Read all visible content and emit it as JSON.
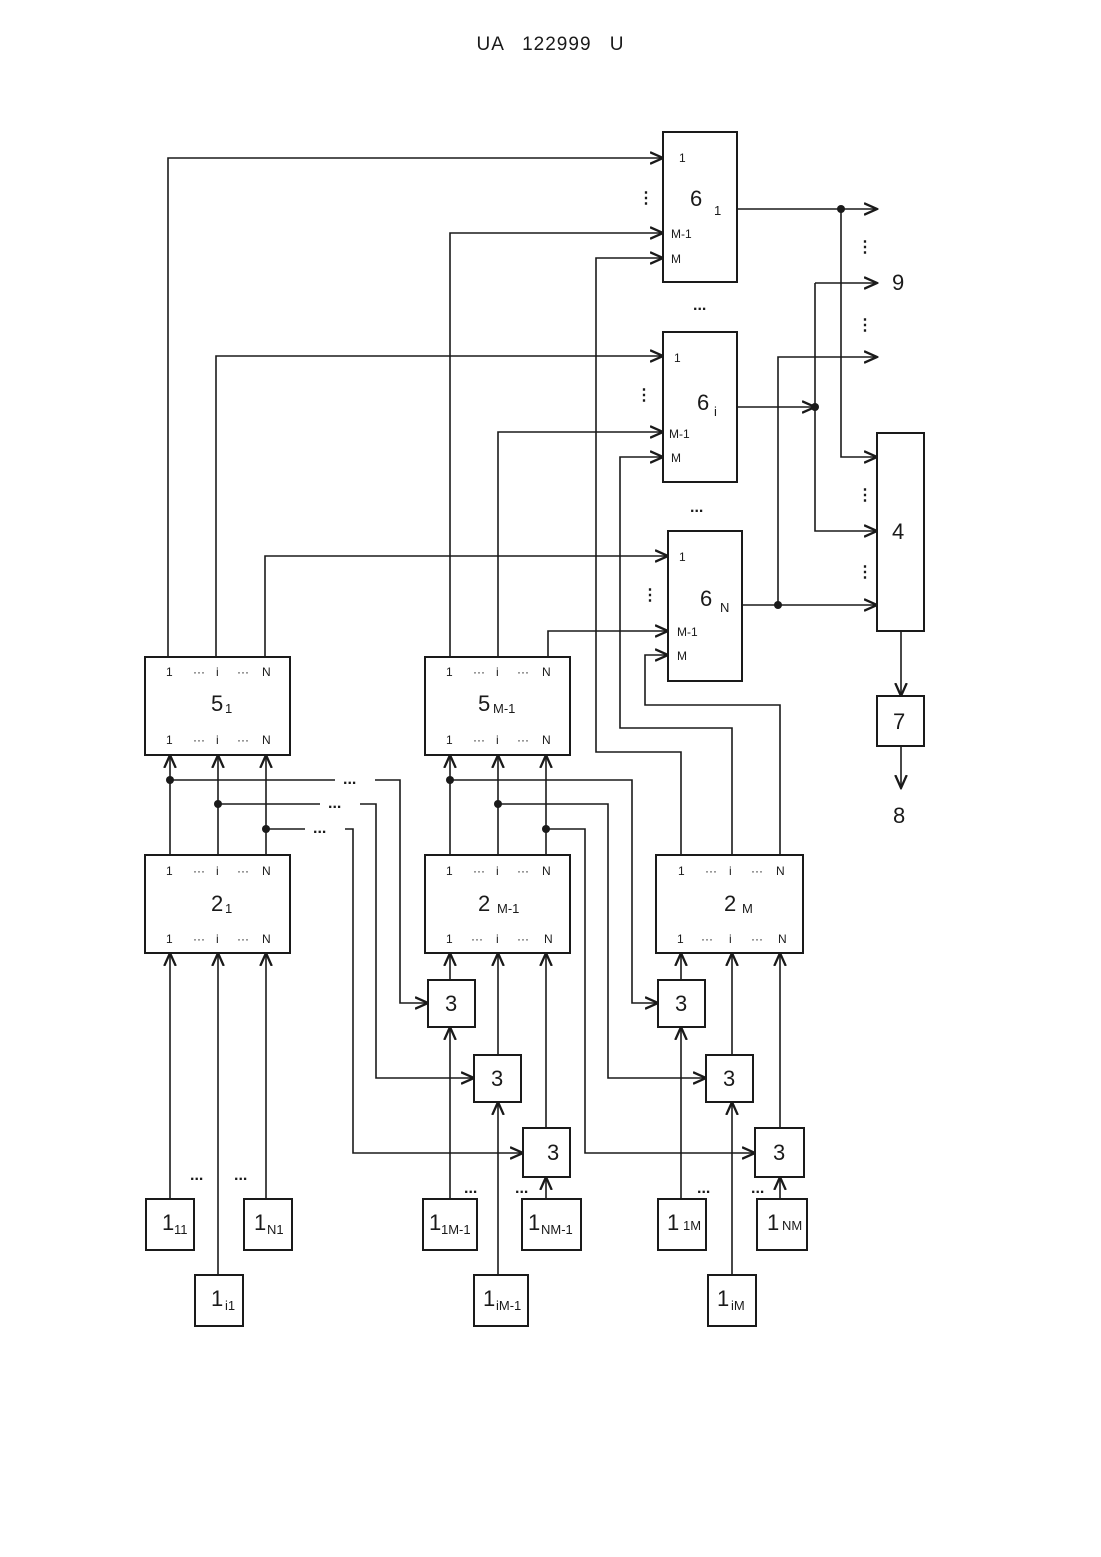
{
  "header": {
    "doc_id": "UA   122999   U"
  },
  "pins": {
    "one": "1",
    "i": "i",
    "n": "N",
    "m1": "M-1",
    "m": "M",
    "dots": "···"
  },
  "blocks": {
    "b2_1": {
      "num": "2",
      "sub": "1"
    },
    "b2_m1": {
      "num": "2",
      "sub": "M-1"
    },
    "b2_m": {
      "num": "2",
      "sub": "M"
    },
    "b5_1": {
      "num": "5",
      "sub": "1"
    },
    "b5_m1": {
      "num": "5",
      "sub": "M-1"
    },
    "b6_1": {
      "num": "6",
      "sub": "1"
    },
    "b6_i": {
      "num": "6",
      "sub": "i"
    },
    "b6_n": {
      "num": "6",
      "sub": "N"
    },
    "b3": "3",
    "b4": "4",
    "b7": "7"
  },
  "sensors": {
    "s11": {
      "num": "1",
      "sub": "11"
    },
    "sn1": {
      "num": "1",
      "sub": "N1"
    },
    "si1": {
      "num": "1",
      "sub": "i1"
    },
    "s1m1": {
      "num": "1",
      "sub": "1M-1"
    },
    "snm1": {
      "num": "1",
      "sub": "NM-1"
    },
    "sim1": {
      "num": "1",
      "sub": "iM-1"
    },
    "s1m": {
      "num": "1",
      "sub": "1M"
    },
    "snm": {
      "num": "1",
      "sub": "NM"
    },
    "sim": {
      "num": "1",
      "sub": "iM"
    }
  },
  "outputs": {
    "out8": "8",
    "out9": "9"
  },
  "ellipsis": {
    "h": "...",
    "v": "⋮"
  }
}
